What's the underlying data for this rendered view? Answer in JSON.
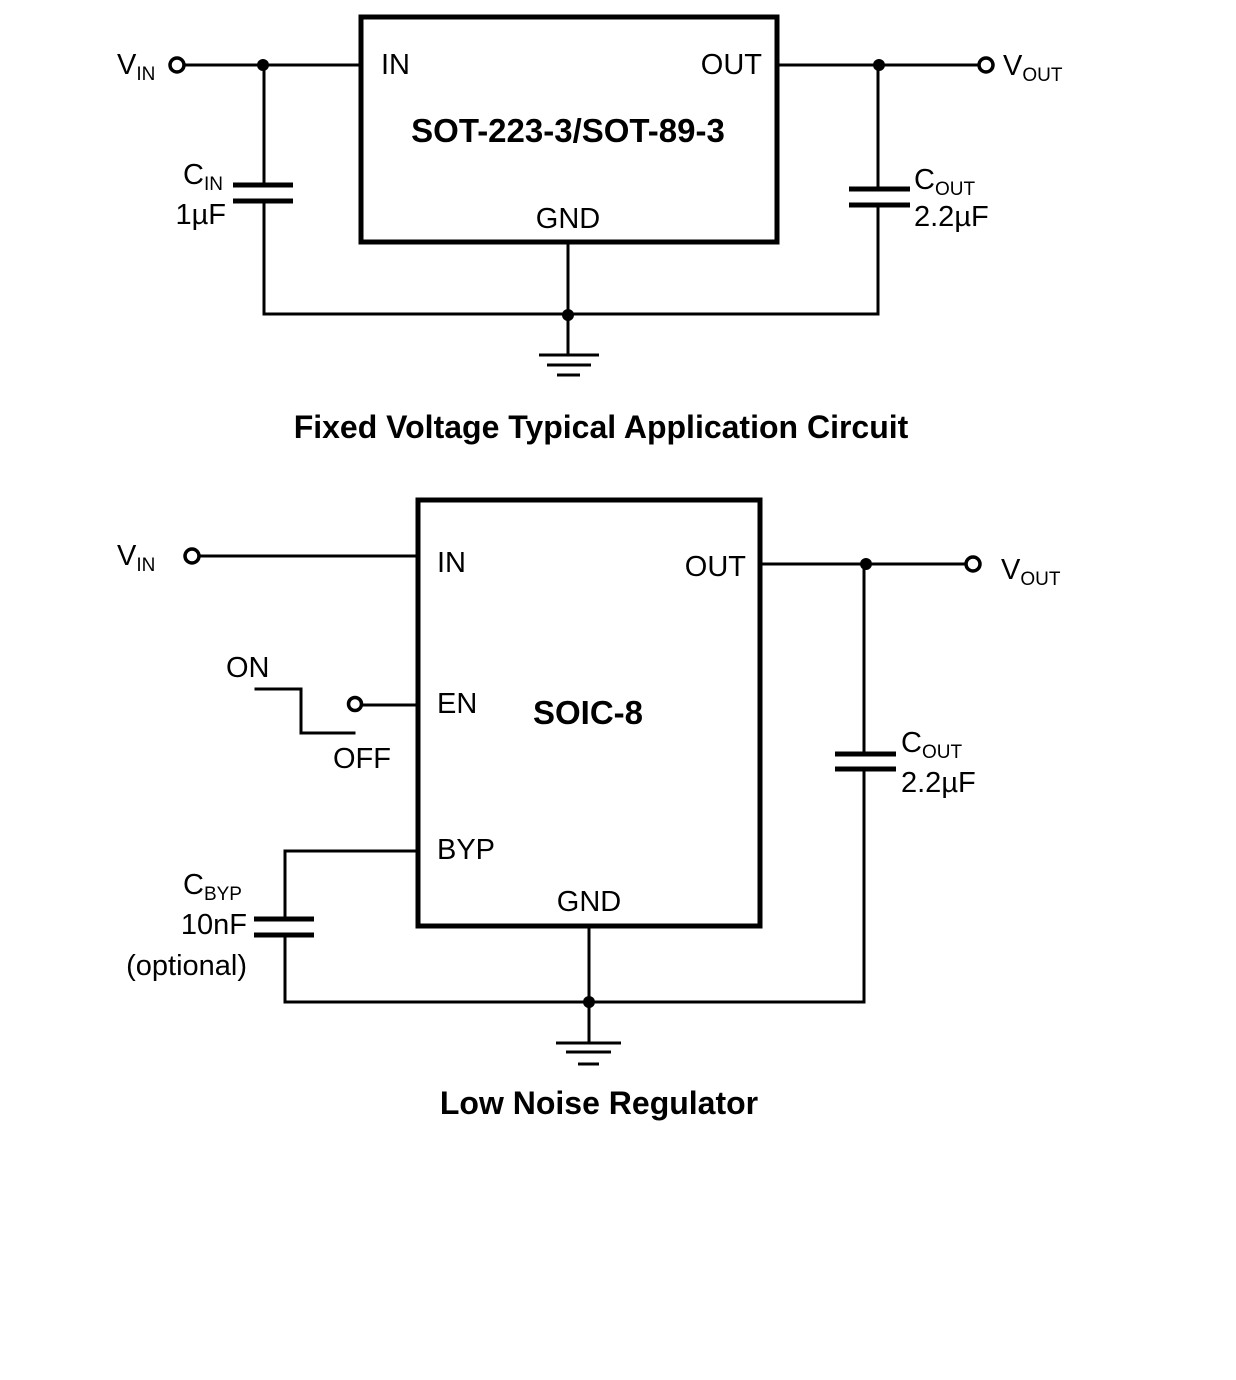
{
  "circuits": [
    {
      "title": "Fixed Voltage Typical Application Circuit",
      "package": "SOT-223-3/SOT-89-3",
      "pins": {
        "in": "IN",
        "out": "OUT",
        "gnd": "GND"
      },
      "vin": {
        "main": "V",
        "sub": "IN"
      },
      "vout": {
        "main": "V",
        "sub": "OUT"
      },
      "cin": {
        "main": "C",
        "sub": "IN",
        "value": "1µF"
      },
      "cout": {
        "main": "C",
        "sub": "OUT",
        "value": "2.2µF"
      }
    },
    {
      "title": "Low Noise Regulator",
      "package": "SOIC-8",
      "pins": {
        "in": "IN",
        "out": "OUT",
        "en": "EN",
        "byp": "BYP",
        "gnd": "GND"
      },
      "vin": {
        "main": "V",
        "sub": "IN"
      },
      "vout": {
        "main": "V",
        "sub": "OUT"
      },
      "switch": {
        "on": "ON",
        "off": "OFF"
      },
      "cbyp": {
        "main": "C",
        "sub": "BYP",
        "value": "10nF",
        "note": "(optional)"
      },
      "cout": {
        "main": "C",
        "sub": "OUT",
        "value": "2.2µF"
      }
    }
  ]
}
